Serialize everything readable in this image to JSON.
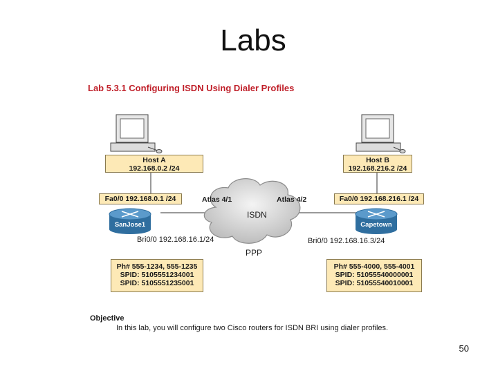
{
  "slide": {
    "title": "Labs",
    "page_number": "50"
  },
  "lab": {
    "title": "Lab 5.3.1 Configuring ISDN Using Dialer Profiles"
  },
  "host_a": {
    "name": "Host A",
    "ip": "192.168.0.2 /24"
  },
  "host_b": {
    "name": "Host B",
    "ip": "192.168.216.2 /24"
  },
  "router_left": {
    "name": "SanJose1",
    "fa_label": "Fa0/0 192.168.0.1 /24",
    "bri_label": "Bri0/0 192.168.16.1/24",
    "info": [
      "Ph# 555-1234, 555-1235",
      "SPID: 5105551234001",
      "SPID: 5105551235001"
    ]
  },
  "router_right": {
    "name": "Capetown",
    "fa_label": "Fa0/0 192.168.216.1 /24",
    "bri_label": "Bri0/0 192.168.16.3/24",
    "info": [
      "Ph# 555-4000, 555-4001",
      "SPID: 51055540000001",
      "SPID: 51055540010001"
    ]
  },
  "cloud": {
    "label": "ISDN",
    "protocol": "PPP",
    "port_left": "Atlas 4/1",
    "port_right": "Atlas 4/2"
  },
  "objective": {
    "heading": "Objective",
    "text": "In this lab, you will configure two Cisco routers for ISDN BRI using dialer profiles."
  },
  "colors": {
    "info_box": "#fde9b6",
    "router": "#4a86b8",
    "cloud": "#c9c9c9",
    "lab_title": "#c0202a"
  }
}
